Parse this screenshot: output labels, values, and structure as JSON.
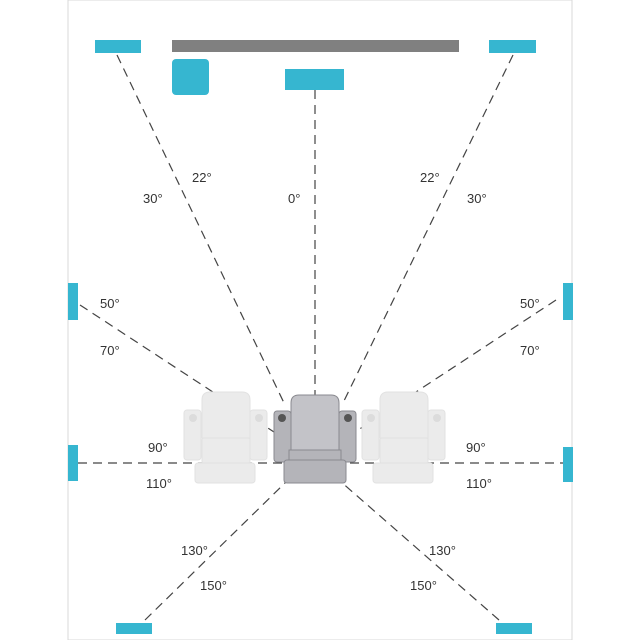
{
  "colors": {
    "speaker": "#36b6d0",
    "screen": "#808080",
    "line": "#444444",
    "seat_main": "#b4b4b9",
    "seat_ghost": "#ebebeb",
    "frame": "#d9d9d9"
  },
  "icons": {
    "speaker": "speaker-icon",
    "subwoofer": "subwoofer-icon",
    "seat": "recliner-seat-icon"
  },
  "angles": {
    "center": "0°",
    "front_left_22": "22°",
    "front_left_30": "30°",
    "front_right_22": "22°",
    "front_right_30": "30°",
    "side_left_50": "50°",
    "side_left_70": "70°",
    "side_right_50": "50°",
    "side_right_70": "70°",
    "side_left_90": "90°",
    "side_left_110": "110°",
    "side_right_90": "90°",
    "side_right_110": "110°",
    "rear_left_130": "130°",
    "rear_left_150": "150°",
    "rear_right_130": "130°",
    "rear_right_150": "150°"
  }
}
